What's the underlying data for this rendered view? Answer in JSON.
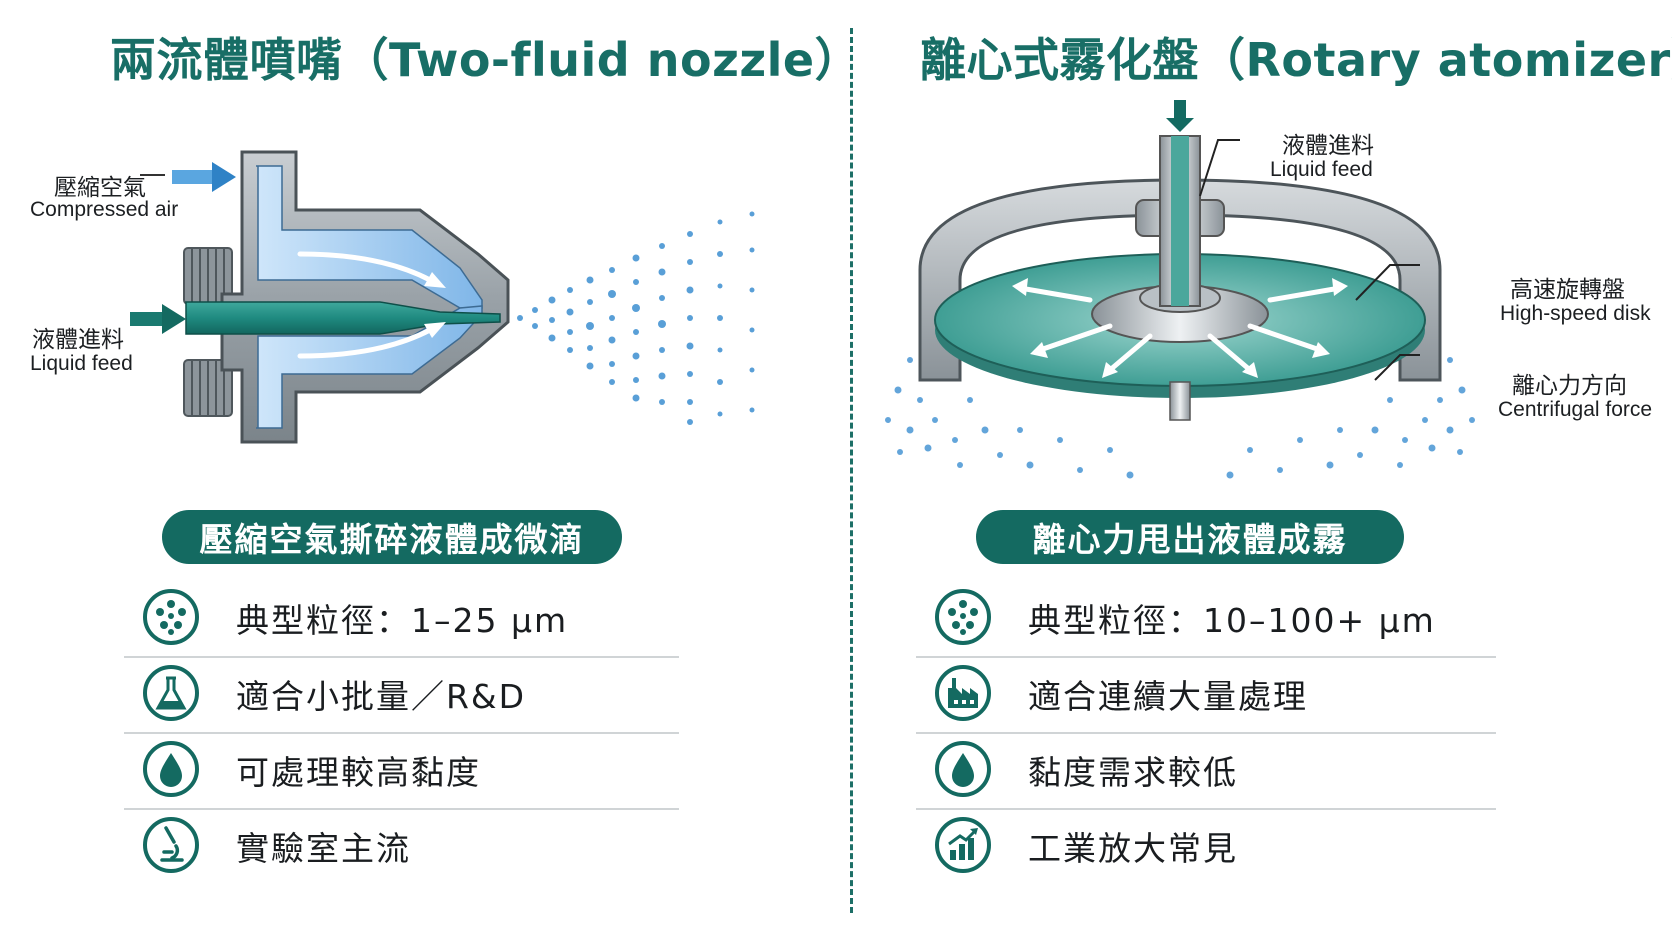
{
  "left": {
    "title": "兩流體噴嘴（Two-fluid nozzle）",
    "labels": {
      "air_zh": "壓縮空氣",
      "air_en": "Compressed air",
      "liquid_zh": "液體進料",
      "liquid_en": "Liquid feed"
    },
    "pill": "壓縮空氣撕碎液體成微滴",
    "features": [
      {
        "icon": "particles-icon",
        "text": "典型粒徑：1–25 μm"
      },
      {
        "icon": "flask-icon",
        "text": "適合小批量／R&D"
      },
      {
        "icon": "droplet-icon",
        "text": "可處理較高黏度"
      },
      {
        "icon": "microscope-icon",
        "text": "實驗室主流"
      }
    ]
  },
  "right": {
    "title": "離心式霧化盤（Rotary atomizer）",
    "labels": {
      "liquid_zh": "液體進料",
      "liquid_en": "Liquid feed",
      "disk_zh": "高速旋轉盤",
      "disk_en": "High-speed disk",
      "force_zh": "離心力方向",
      "force_en": "Centrifugal force"
    },
    "pill": "離心力甩出液體成霧",
    "features": [
      {
        "icon": "particles-icon",
        "text": "典型粒徑：10–100+ μm"
      },
      {
        "icon": "factory-icon",
        "text": "適合連續大量處理"
      },
      {
        "icon": "droplet-icon",
        "text": "黏度需求較低"
      },
      {
        "icon": "growth-chart-icon",
        "text": "工業放大常見"
      }
    ]
  },
  "colors": {
    "teal": "#146a61",
    "title_teal": "#186e66",
    "spray_blue": "#3d8fd1"
  }
}
